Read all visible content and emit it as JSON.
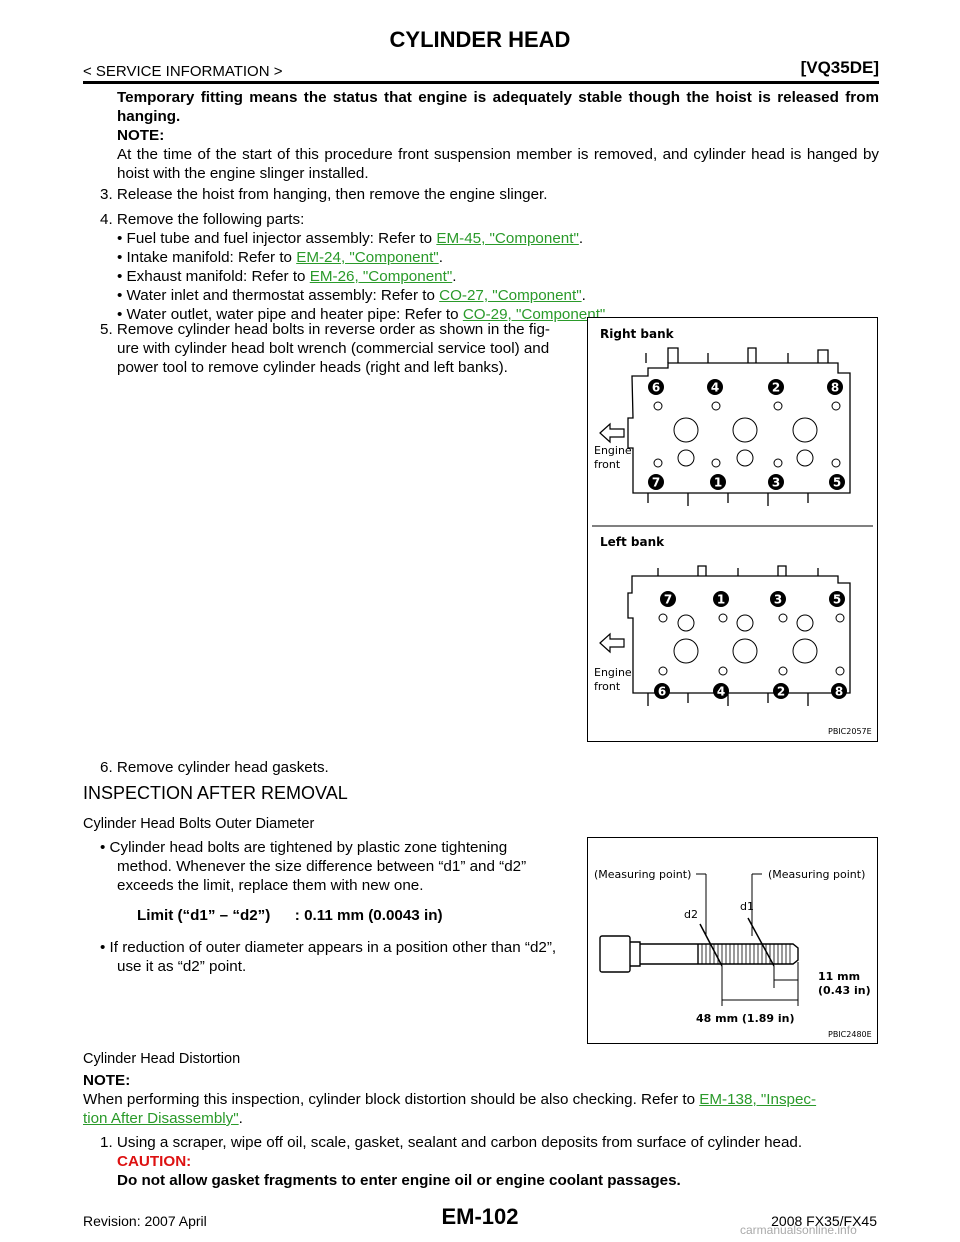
{
  "header": {
    "title": "CYLINDER HEAD",
    "breadcrumb": "< SERVICE INFORMATION >",
    "engine_code": "[VQ35DE]"
  },
  "intro": {
    "bold_line": "Temporary fitting means the status that engine is adequately stable though the hoist is released from hanging.",
    "note_label": "NOTE:",
    "note_text": "At the time of the start of this procedure front suspension member is removed, and cylinder head is hanged by hoist with the engine slinger installed."
  },
  "steps": {
    "step3": "3. Release the hoist from hanging, then remove the engine slinger.",
    "step4": "4. Remove the following parts:",
    "parts": [
      {
        "text": "• Fuel tube and fuel injector assembly: Refer to ",
        "link": "EM-45, \"Component\""
      },
      {
        "text": "• Intake manifold: Refer to ",
        "link": "EM-24, \"Component\""
      },
      {
        "text": "• Exhaust manifold: Refer to ",
        "link": "EM-26, \"Component\""
      },
      {
        "text": "• Water inlet and thermostat assembly: Refer to ",
        "link": "CO-27, \"Component\""
      },
      {
        "text": "• Water outlet, water pipe and heater pipe: Refer to ",
        "link": "CO-29, \"Component\""
      }
    ],
    "step5_l1": "5. Remove cylinder head bolts in reverse order as shown in the fig-",
    "step5_l2": "ure with cylinder head bolt wrench (commercial service tool) and",
    "step5_l3": "power tool to remove cylinder heads (right and left banks).",
    "step6": "6. Remove cylinder head gaskets."
  },
  "figure1": {
    "right_bank": "Right bank",
    "left_bank": "Left bank",
    "engine": "Engine",
    "front": "front",
    "id": "PBIC2057E",
    "right_top": [
      "6",
      "4",
      "2",
      "8"
    ],
    "right_bottom": [
      "7",
      "1",
      "3",
      "5"
    ],
    "left_top": [
      "7",
      "1",
      "3",
      "5"
    ],
    "left_bottom": [
      "6",
      "4",
      "2",
      "8"
    ]
  },
  "inspection": {
    "heading": "INSPECTION AFTER REMOVAL",
    "sub1": "Cylinder Head Bolts Outer Diameter",
    "bullet1_l1": "• Cylinder head bolts are tightened by plastic zone tightening",
    "bullet1_l2": "method. Whenever the size difference between “d1” and “d2”",
    "bullet1_l3": "exceeds the limit, replace them with new one.",
    "limit_label": "Limit (“d1” – “d2”)",
    "limit_value": ": 0.11 mm (0.0043 in)",
    "bullet2_l1": "• If reduction of outer diameter appears in a position other than “d2”,",
    "bullet2_l2": "use it as “d2” point.",
    "sub2": "Cylinder Head Distortion",
    "note_label": "NOTE:",
    "note_text": "When performing this inspection, cylinder block distortion should be also checking. Refer to ",
    "note_link_a": "EM-138, \"Inspec-",
    "note_link_b": "tion After Disassembly\"",
    "step1": "1. Using a scraper, wipe off oil, scale, gasket, sealant and carbon deposits from surface of cylinder head.",
    "caution_label": "CAUTION:",
    "caution_text": "Do not allow gasket fragments to enter engine oil or engine coolant passages."
  },
  "figure2": {
    "measuring_left": "(Measuring point)",
    "measuring_right": "(Measuring point)",
    "d2": "d2",
    "d1": "d1",
    "dim_11": "11 mm",
    "dim_11_in": "(0.43 in)",
    "dim_48": "48 mm (1.89 in)",
    "id": "PBIC2480E"
  },
  "footer": {
    "revision": "Revision: 2007 April",
    "page": "EM-102",
    "model": "2008 FX35/FX45",
    "watermark": "carmanualsonline.info"
  }
}
